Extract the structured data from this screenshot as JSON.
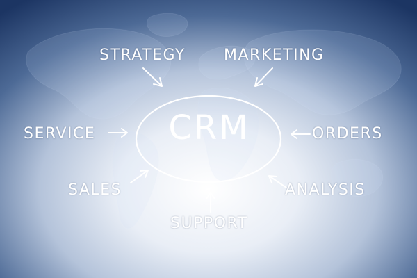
{
  "diagram": {
    "center": "CRM",
    "nodes": {
      "strategy": "STRATEGY",
      "marketing": "MARKETING",
      "service": "SERVICE",
      "orders": "ORDERS",
      "sales": "SALES",
      "analysis": "ANALYSIS",
      "support": "SUPPORT"
    },
    "colors": {
      "text": "#ffffff",
      "background_top": "#1c3563",
      "background_center": "#ffffff"
    }
  }
}
